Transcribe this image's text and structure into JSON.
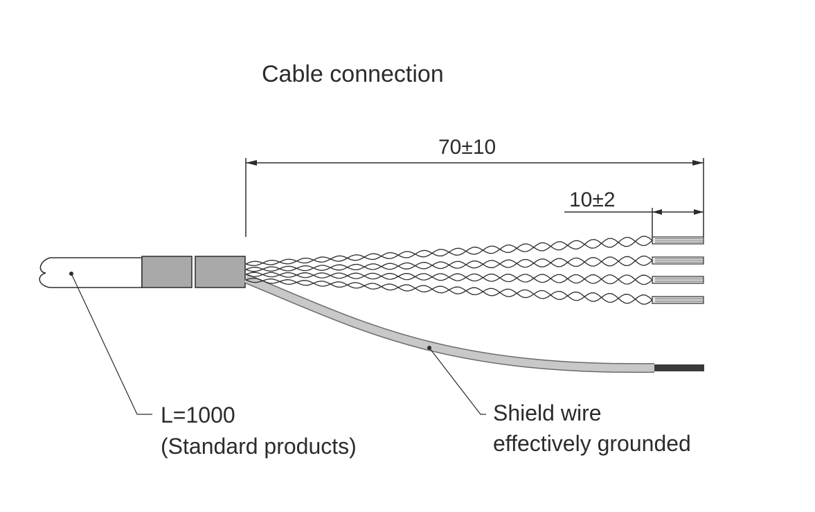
{
  "title": "Cable connection",
  "dimensions": {
    "overall": "70±10",
    "strip": "10±2"
  },
  "callouts": {
    "cable_length_line1": "L=1000",
    "cable_length_line2": "(Standard products)",
    "shield_line1": "Shield wire",
    "shield_line2": "effectively grounded"
  },
  "colors": {
    "line": "#2b2b2b",
    "sleeve_fill": "#a9a9a9",
    "shield_fill": "#c8c8c8"
  }
}
